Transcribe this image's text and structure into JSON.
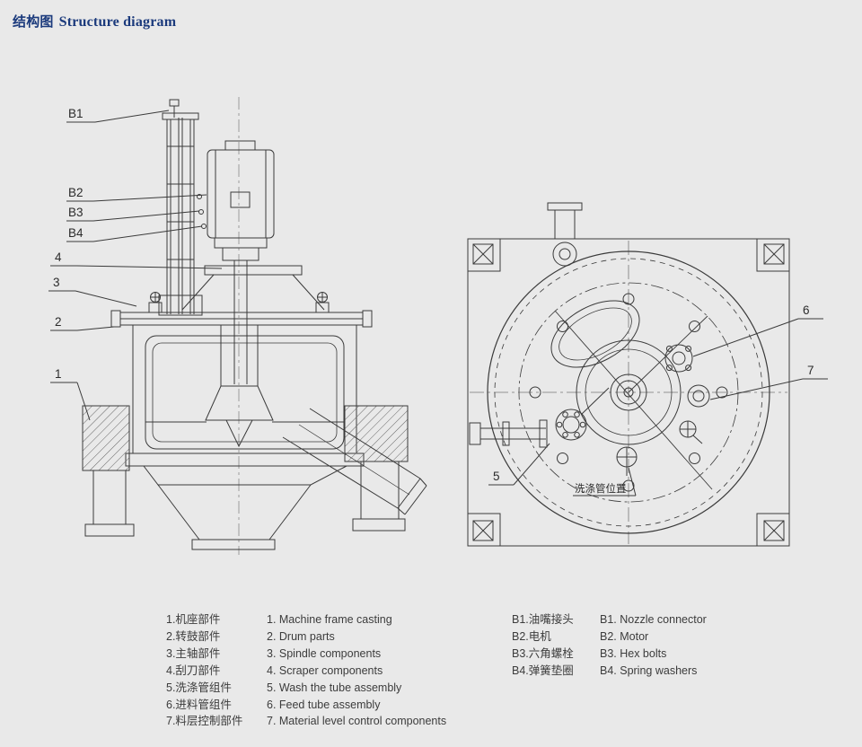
{
  "page": {
    "title_zh": "结构图",
    "title_en": "Structure diagram"
  },
  "side_view": {
    "callouts": {
      "b1": "B1",
      "b2": "B2",
      "b3": "B3",
      "b4": "B4",
      "n4": "4",
      "n3": "3",
      "n2": "2",
      "n1": "1"
    }
  },
  "top_view": {
    "callouts": {
      "n5": "5",
      "n6": "6",
      "n7": "7"
    },
    "annotation": "洗涤管位置"
  },
  "legend": {
    "numbered": [
      {
        "zh": "1.机座部件",
        "en": "1. Machine frame casting"
      },
      {
        "zh": "2.转鼓部件",
        "en": "2. Drum parts"
      },
      {
        "zh": "3.主轴部件",
        "en": "3. Spindle components"
      },
      {
        "zh": "4.刮刀部件",
        "en": "4. Scraper components"
      },
      {
        "zh": "5.洗涤管组件",
        "en": "5. Wash the tube assembly"
      },
      {
        "zh": "6.进料管组件",
        "en": "6. Feed tube assembly"
      },
      {
        "zh": "7.料层控制部件",
        "en": "7. Material level control components"
      }
    ],
    "lettered": [
      {
        "zh": "B1.油嘴接头",
        "en": "B1. Nozzle connector"
      },
      {
        "zh": "B2.电机",
        "en": "B2. Motor"
      },
      {
        "zh": "B3.六角螺栓",
        "en": "B3. Hex bolts"
      },
      {
        "zh": "B4.弹簧垫圈",
        "en": "B4. Spring washers"
      }
    ]
  },
  "colors": {
    "title": "#1b3a7c",
    "line": "#3a3a3a",
    "background": "#e9e9e9"
  }
}
